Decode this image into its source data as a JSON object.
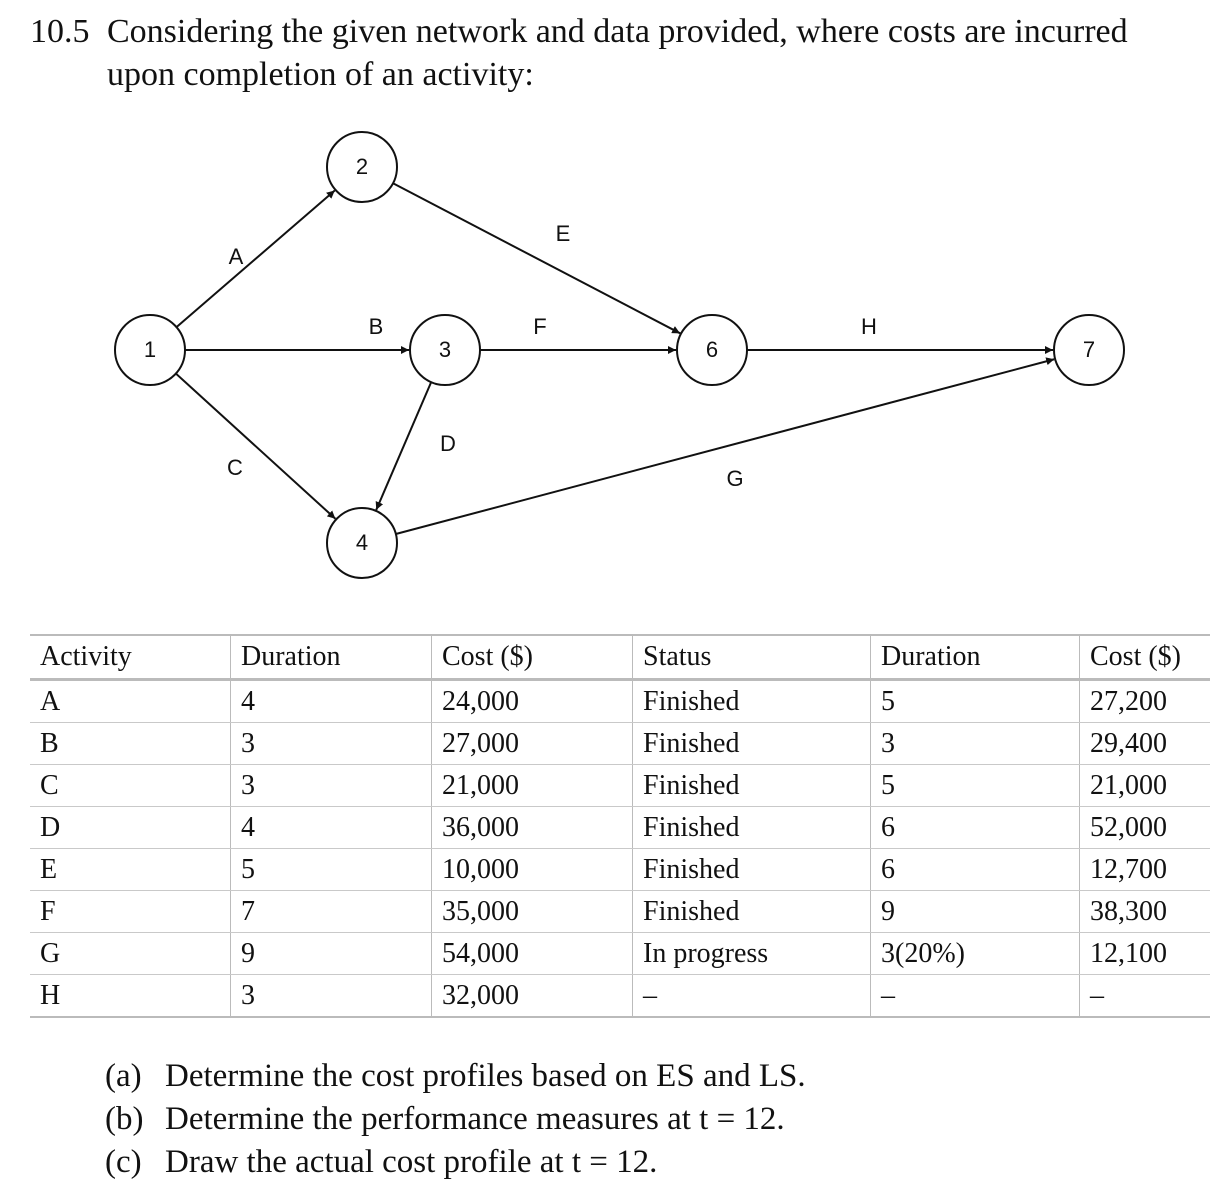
{
  "problem": {
    "number": "10.5",
    "line1": "Considering the given network and data provided, where costs are incurred",
    "line2": "upon completion of an activity:"
  },
  "network": {
    "nodes": [
      "1",
      "2",
      "3",
      "4",
      "6",
      "7"
    ],
    "activities": [
      {
        "label": "A",
        "from": "1",
        "to": "2"
      },
      {
        "label": "B",
        "from": "1",
        "to": "3"
      },
      {
        "label": "C",
        "from": "1",
        "to": "4"
      },
      {
        "label": "D",
        "from": "3",
        "to": "4"
      },
      {
        "label": "E",
        "from": "2",
        "to": "6"
      },
      {
        "label": "F",
        "from": "3",
        "to": "6"
      },
      {
        "label": "G",
        "from": "4",
        "to": "7"
      },
      {
        "label": "H",
        "from": "6",
        "to": "7"
      }
    ]
  },
  "table": {
    "headers": [
      "Activity",
      "Duration",
      "Cost ($)",
      "Status",
      "Duration",
      "Cost ($)"
    ],
    "rows": [
      [
        "A",
        "4",
        "24,000",
        "Finished",
        "5",
        "27,200"
      ],
      [
        "B",
        "3",
        "27,000",
        "Finished",
        "3",
        "29,400"
      ],
      [
        "C",
        "3",
        "21,000",
        "Finished",
        "5",
        "21,000"
      ],
      [
        "D",
        "4",
        "36,000",
        "Finished",
        "6",
        "52,000"
      ],
      [
        "E",
        "5",
        "10,000",
        "Finished",
        "6",
        "12,700"
      ],
      [
        "F",
        "7",
        "35,000",
        "Finished",
        "9",
        "38,300"
      ],
      [
        "G",
        "9",
        "54,000",
        "In progress",
        "3(20%)",
        "12,100"
      ],
      [
        "H",
        "3",
        "32,000",
        "–",
        "–",
        "–"
      ]
    ]
  },
  "questions": [
    {
      "label": "(a)",
      "text": "Determine the cost profiles based on ES and LS."
    },
    {
      "label": "(b)",
      "text": "Determine the performance measures at t = 12."
    },
    {
      "label": "(c)",
      "text": "Draw the actual cost profile at t = 12."
    }
  ]
}
